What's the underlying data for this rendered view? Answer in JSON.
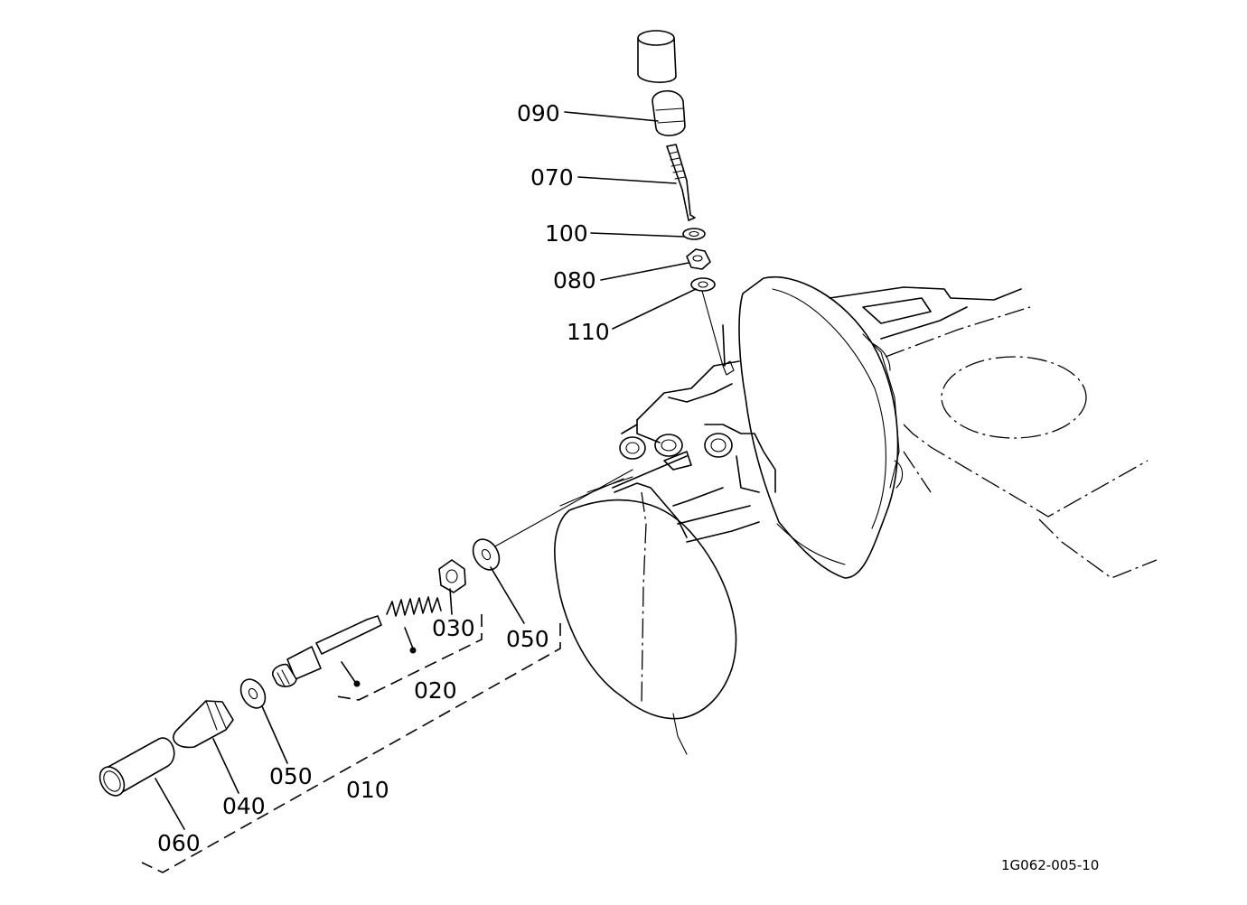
{
  "diagram": {
    "labels": {
      "p090": "090",
      "p070": "070",
      "p100": "100",
      "p080": "080",
      "p110": "110",
      "p030": "030",
      "p050a": "050",
      "p020": "020",
      "p050b": "050",
      "p010": "010",
      "p040": "040",
      "p060": "060"
    },
    "figure_code": "1G062-005-10"
  }
}
